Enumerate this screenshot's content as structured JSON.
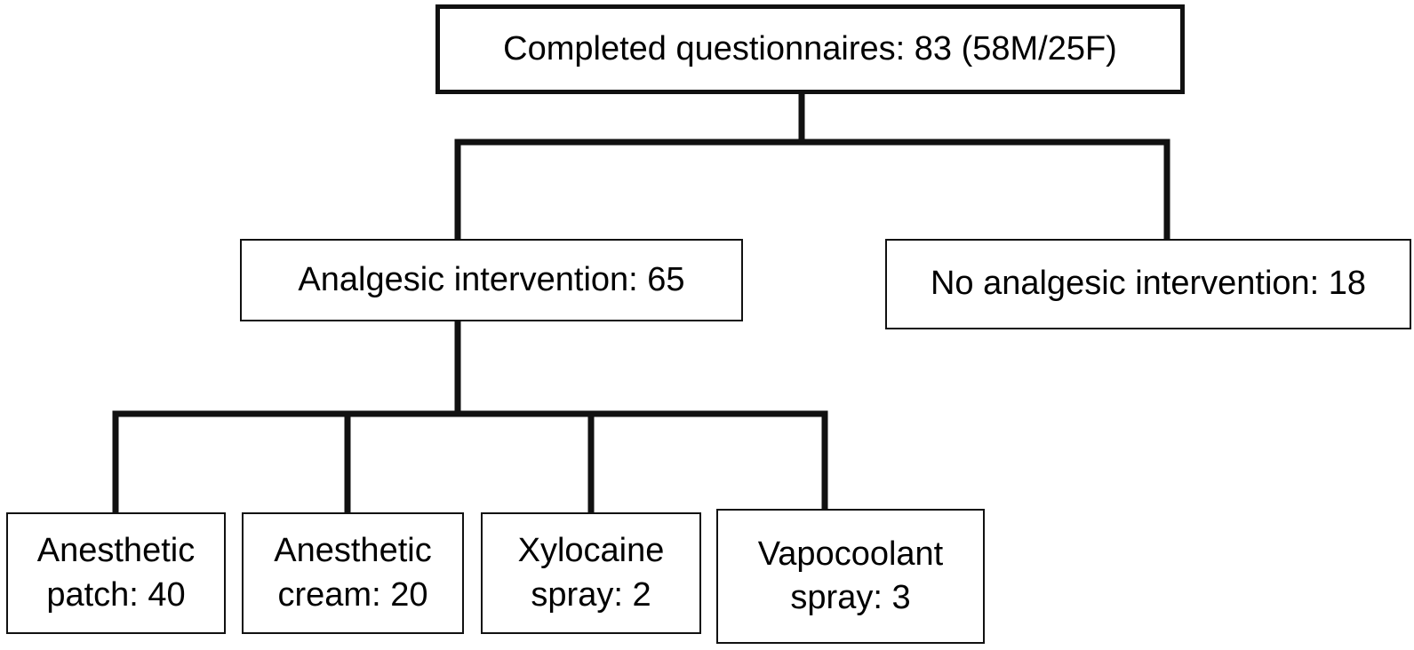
{
  "diagram": {
    "root": {
      "label": "Completed questionnaires: 83 (58M/25F)"
    },
    "level1": [
      {
        "label": "Analgesic intervention: 65"
      },
      {
        "label": "No analgesic intervention: 18"
      }
    ],
    "level2": [
      {
        "line1": "Anesthetic",
        "line2": "patch: 40"
      },
      {
        "line1": "Anesthetic",
        "line2": "cream: 20"
      },
      {
        "line1": "Xylocaine",
        "line2": "spray: 2"
      },
      {
        "line1": "Vapocoolant",
        "line2": "spray: 3"
      }
    ],
    "colors": {
      "line": "#111111",
      "box_border": "#111111",
      "text": "#000000",
      "background": "#ffffff"
    }
  }
}
